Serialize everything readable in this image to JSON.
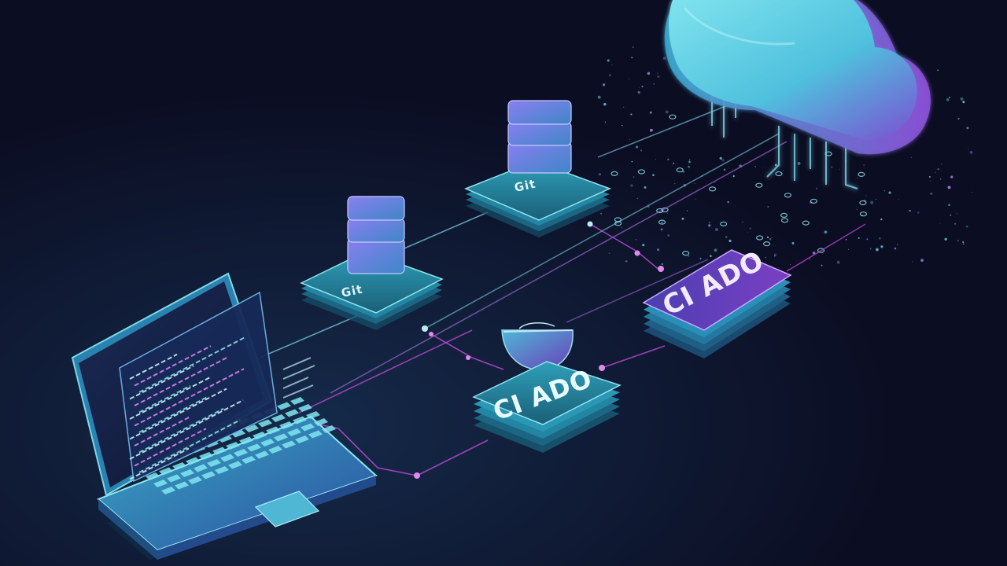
{
  "nodes": {
    "git_node_1": {
      "label": "Git"
    },
    "git_node_2": {
      "label": "Git"
    },
    "ci_node_1": {
      "label": "CI ADO"
    },
    "ci_node_2": {
      "label": "CI ADO"
    }
  },
  "colors": {
    "background": "#0b0d22",
    "cyan": "#3fc4dc",
    "teal_dark": "#1d6f86",
    "purple": "#7b3fc4",
    "magenta_line": "#c04bd6"
  },
  "icons": {
    "cloud": "cloud-icon",
    "laptop": "laptop-icon",
    "database": "database-stack-icon",
    "helmet": "hard-hat-icon"
  }
}
